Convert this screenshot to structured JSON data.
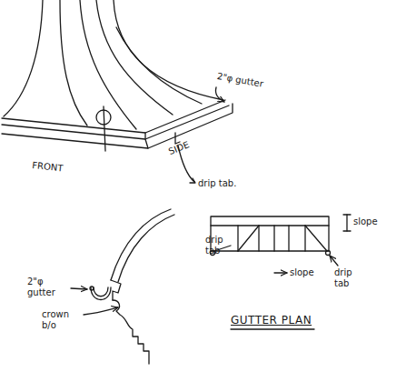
{
  "diagram": {
    "labels": [
      "2\"φ gutter",
      "SIDE",
      "FRONT",
      "drip tab.",
      "2\"φ gutter",
      "crown b/o",
      "GUTTER PLAN",
      "drip tab",
      "slope",
      "slope",
      "drip tab"
    ]
  }
}
